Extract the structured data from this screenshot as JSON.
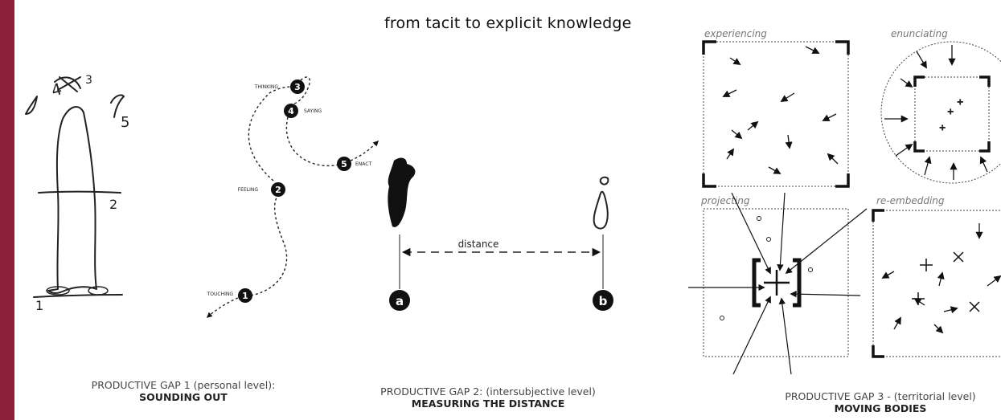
{
  "title": "from tacit to explicit knowledge",
  "colors": {
    "accent": "#8c1f3a",
    "ink": "#111111"
  },
  "panel1": {
    "sketch_labels": [
      "4",
      "3",
      "5",
      "2",
      "1"
    ],
    "caption_line1": "PRODUCTIVE GAP 1 (personal level):",
    "caption_line2": "SOUNDING OUT"
  },
  "panel2": {
    "nodes": [
      {
        "num": "1",
        "label": "TOUCHING"
      },
      {
        "num": "2",
        "label": "FEELING"
      },
      {
        "num": "3",
        "label": "THINKING"
      },
      {
        "num": "4",
        "label": "SAYING"
      },
      {
        "num": "5",
        "label": "ENACT"
      }
    ]
  },
  "panel3": {
    "distance_label": "distance",
    "point_a": "a",
    "point_b": "b",
    "caption_line1": "PRODUCTIVE GAP 2: (intersubjective level)",
    "caption_line2": "MEASURING THE DISTANCE"
  },
  "panel4": {
    "quadrants": [
      "experiencing",
      "enunciating",
      "projecting",
      "re-embedding"
    ],
    "caption_line1": "PRODUCTIVE GAP 3 - (territorial level)",
    "caption_line2": "MOVING BODIES"
  }
}
